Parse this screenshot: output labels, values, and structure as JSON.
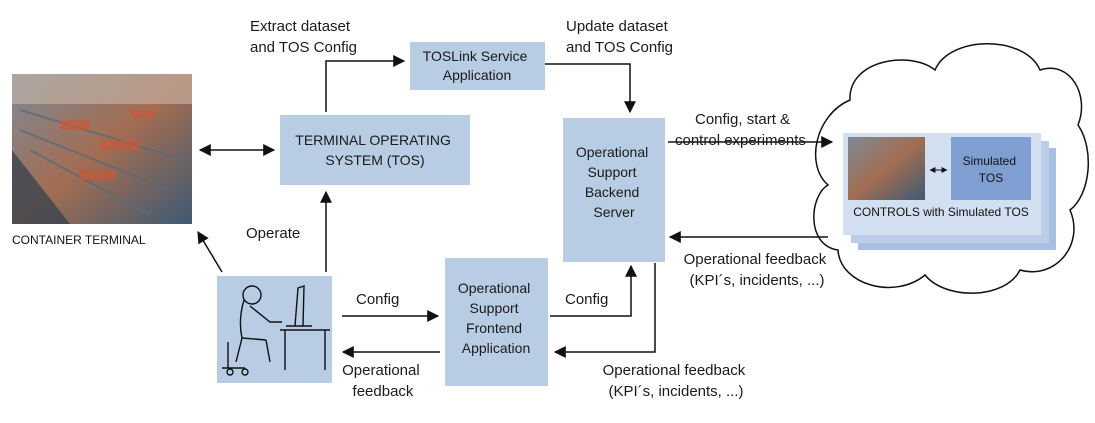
{
  "nodes": {
    "tos": {
      "lines": [
        "TERMINAL OPERATING",
        "SYSTEM (TOS)"
      ]
    },
    "toslink": {
      "lines": [
        "TOSLink Service",
        "Application"
      ]
    },
    "backend": {
      "lines": [
        "Operational",
        "Support",
        "Backend",
        "Server"
      ]
    },
    "frontend": {
      "lines": [
        "Operational",
        "Support",
        "Frontend",
        "Application"
      ]
    },
    "simulated_tos": {
      "lines": [
        "Simulated",
        "TOS"
      ]
    },
    "container_terminal": {
      "label": "CONTAINER TERMINAL"
    },
    "controls": {
      "label": "CONTROLS with Simulated TOS"
    }
  },
  "edge_labels": {
    "extract": [
      "Extract dataset",
      "and TOS Config"
    ],
    "update": [
      "Update dataset",
      "and TOS Config"
    ],
    "config_start": [
      "Config, start &",
      "control experiments"
    ],
    "operate": "Operate",
    "config_left": "Config",
    "config_right": "Config",
    "op_feedback_left": [
      "Operational",
      "feedback"
    ],
    "op_feedback_right_top": [
      "Operational feedback",
      "(KPI´s, incidents, ...)"
    ],
    "op_feedback_right_bottom": [
      "Operational feedback",
      "(KPI´s, incidents, ...)"
    ]
  },
  "colors": {
    "box_fill": "#b8cce4",
    "box_dark": "#8faad6",
    "arrow": "#111111"
  }
}
